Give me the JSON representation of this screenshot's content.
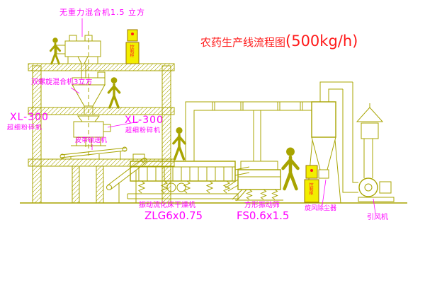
{
  "title": {
    "text": "农药生产线流程图",
    "capacity": "(500kg/h)"
  },
  "labels": {
    "top_mixer": "无重力混合机1.5 立方",
    "screw_mixer": "双螺旋混合机3立方",
    "mill_left_model": "XL-300",
    "mill_left_name": "超细粉碎机",
    "mill_mid_model": "XL-300",
    "mill_mid_name": "超细粉碎机",
    "belt_conveyor": "皮带输送机",
    "dryer_name": "振动流化床干燥机",
    "dryer_model": "ZLG6x0.75",
    "screen_name": "方形振动筛",
    "screen_model": "FS0.6x1.5",
    "cyclone": "旋风除尘器",
    "fan": "引风机",
    "cabinet_left": "控制柜",
    "cabinet_right": "控制柜"
  },
  "colors": {
    "line": "#a8a400",
    "magenta": "#ff00ff",
    "red": "#ff1a1a",
    "cabinet": "#f2ee00"
  }
}
